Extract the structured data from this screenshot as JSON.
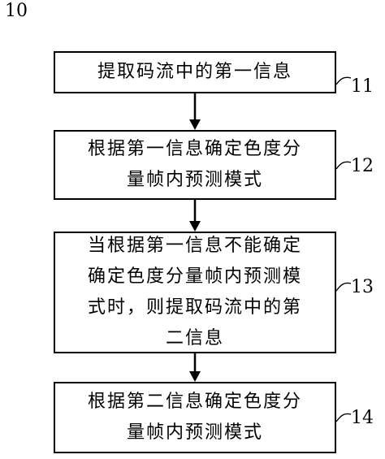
{
  "figure_number": "10",
  "steps": [
    {
      "lines": [
        "提取码流中的第一信息"
      ],
      "label": "11"
    },
    {
      "lines": [
        "根据第一信息确定色度分",
        "量帧内预测模式"
      ],
      "label": "12"
    },
    {
      "lines": [
        "当根据第一信息不能确定",
        "确定色度分量帧内预测模",
        "式时，则提取码流中的第",
        "二信息"
      ],
      "label": "13"
    },
    {
      "lines": [
        "根据第二信息确定色度分",
        "量帧内预测模式"
      ],
      "label": "14"
    }
  ]
}
